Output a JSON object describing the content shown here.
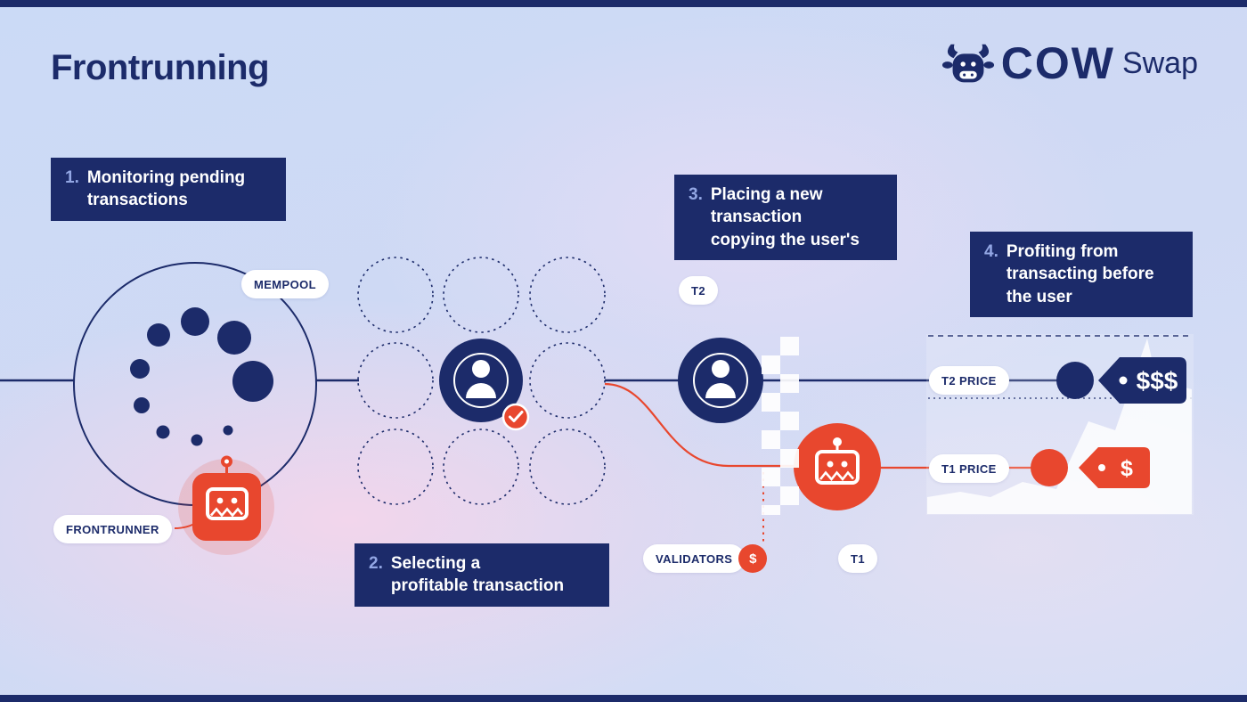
{
  "page": {
    "title": "Frontrunning"
  },
  "logo": {
    "brand": "COW",
    "suffix": "Swap"
  },
  "steps": [
    {
      "number": "1.",
      "lines": [
        "Monitoring pending",
        "transactions"
      ]
    },
    {
      "number": "2.",
      "lines": [
        "Selecting a",
        "profitable transaction"
      ]
    },
    {
      "number": "3.",
      "lines": [
        "Placing a new",
        "transaction",
        "copying the user's"
      ]
    },
    {
      "number": "4.",
      "lines": [
        "Profiting from",
        "transacting before",
        "the user"
      ]
    }
  ],
  "labels": {
    "mempool": "MEMPOOL",
    "frontrunner": "FRONTRUNNER",
    "t2": "T2",
    "t1": "T1",
    "validators": "VALIDATORS",
    "validators_fee": "$",
    "t2_price": "T2 PRICE",
    "t1_price": "T1 PRICE",
    "t2_tag": "$$$",
    "t1_tag": "$"
  },
  "colors": {
    "navy": "#1c2b6a",
    "red": "#e8472e",
    "pill_bg": "#ffffff"
  }
}
